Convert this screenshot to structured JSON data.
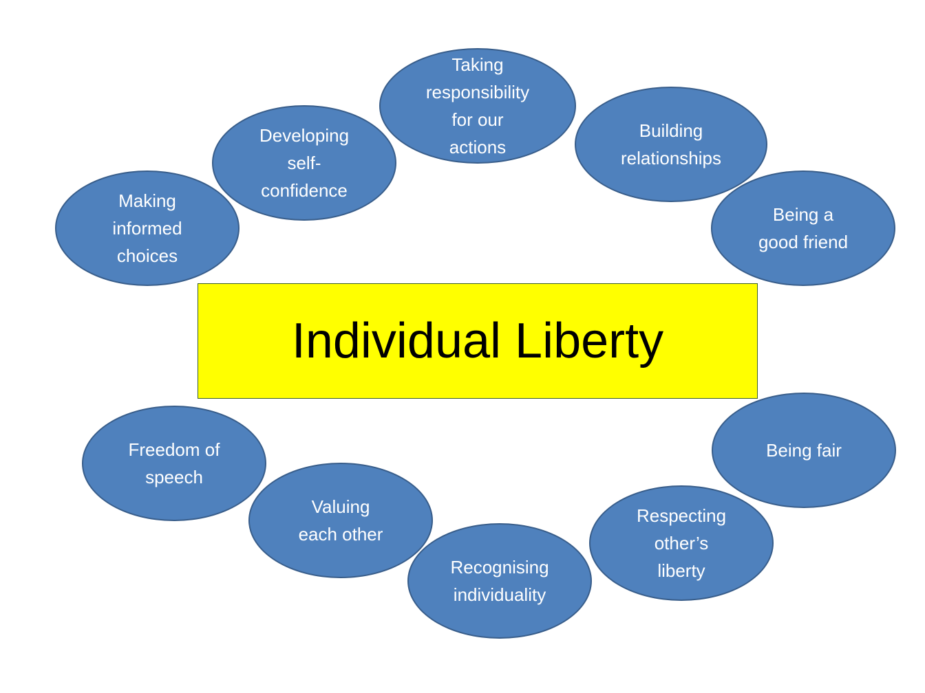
{
  "diagram": {
    "title": "Individual Liberty",
    "colors": {
      "ellipse_fill": "#4f81bd",
      "ellipse_border": "#385d8a",
      "ellipse_text": "#ffffff",
      "center_fill": "#ffff00",
      "center_text": "#000000"
    },
    "nodes": [
      {
        "label": "Taking\nresponsibility\nfor our\nactions"
      },
      {
        "label": "Building\nrelationships"
      },
      {
        "label": "Being a\ngood friend"
      },
      {
        "label": "Being fair"
      },
      {
        "label": "Respecting\nother’s\nliberty"
      },
      {
        "label": "Recognising\nindividuality"
      },
      {
        "label": "Valuing\neach other"
      },
      {
        "label": "Freedom of\nspeech"
      },
      {
        "label": "Making\ninformed\nchoices"
      },
      {
        "label": "Developing\nself-\nconfidence"
      }
    ]
  }
}
